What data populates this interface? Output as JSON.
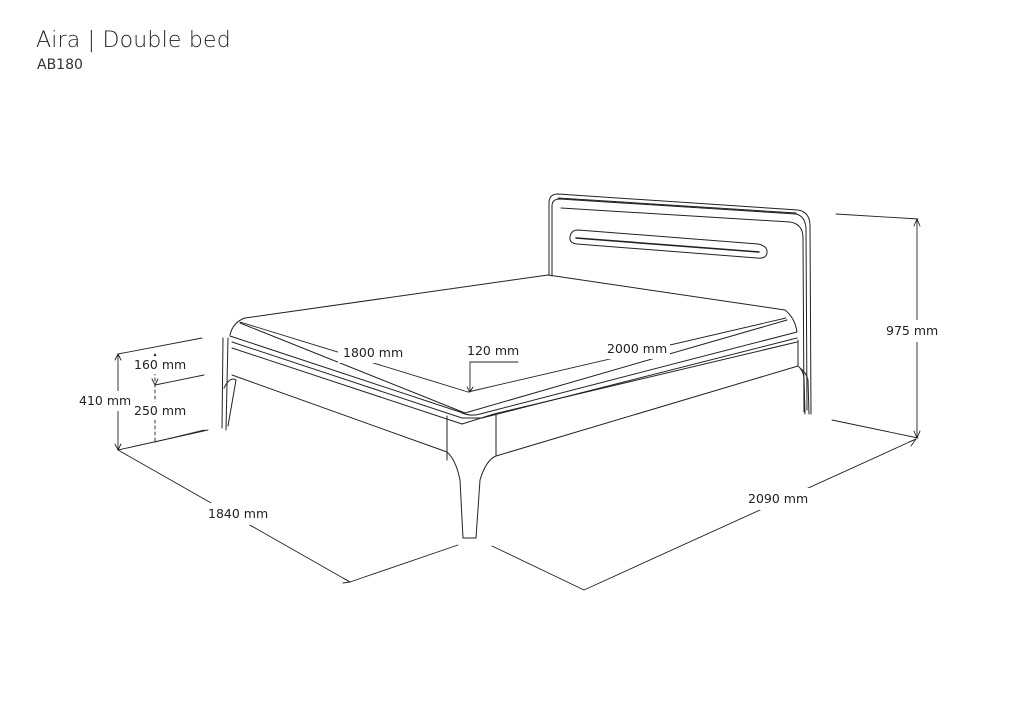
{
  "header": {
    "title": "Aira | Double bed",
    "code": "AB180"
  },
  "dimensions": {
    "mattress_width": "1800 mm",
    "mattress_length": "2000 mm",
    "border": "120 mm",
    "frame_height": "160 mm",
    "leg_height": "250 mm",
    "total_side_height": "410 mm",
    "headboard_height": "975 mm",
    "overall_width": "1840 mm",
    "overall_length": "2090 mm"
  },
  "colors": {
    "line": "#222222",
    "background": "#ffffff"
  }
}
